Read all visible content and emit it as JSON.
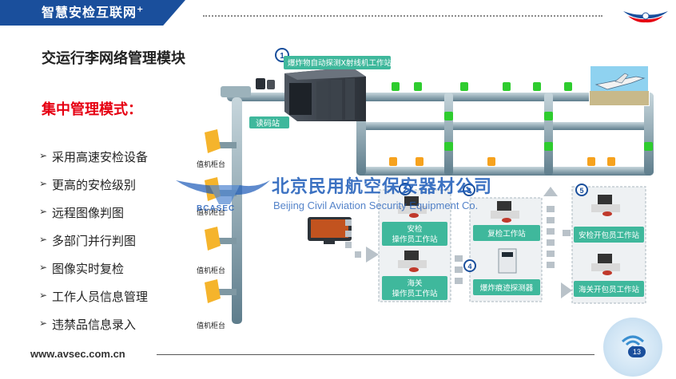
{
  "header": {
    "tab_title": "智慧安检互联网",
    "tab_title_sup": "+"
  },
  "module_title": "交运行李网络管理模块",
  "mode_title": "集中管理模式：",
  "features": [
    "采用高速安检设备",
    "更高的安检级别",
    "远程图像判图",
    "多部门并行判图",
    "图像实时复检",
    "工作人员信息管理",
    "违禁品信息录入"
  ],
  "diagram": {
    "stations": {
      "xray": "爆炸物自动探测X射线机工作站",
      "reader": "读码站",
      "checkin": "值机柜台",
      "security_operator": "安检\n操作员工作站",
      "customs_operator": "海关\n操作员工作站",
      "recheck": "复检工作站",
      "trace_detector": "爆炸痕迹探测器",
      "security_unpack": "安检开包员工作站",
      "customs_unpack": "海关开包员工作站"
    },
    "step_numbers": [
      "1",
      "2",
      "3",
      "4",
      "5"
    ],
    "watermark": {
      "company_cn": "北京民用航空保安器材公司",
      "company_en": "Beijing Civil Aviation Security Equipment Co.",
      "abbr": "BCASEC"
    },
    "colors": {
      "belt": "#5e7d8c",
      "belt_top": "#aabfc8",
      "bag_clear": "#2ecc2e",
      "bag_suspect": "#f6a21e",
      "station_box": "#3fb89c",
      "flow_arrow": "#b9c2c9",
      "accent_blue": "#1a4f9c",
      "alert_red": "#e60012"
    }
  },
  "footer": {
    "url": "www.avsec.com.cn",
    "page_number": "13"
  }
}
